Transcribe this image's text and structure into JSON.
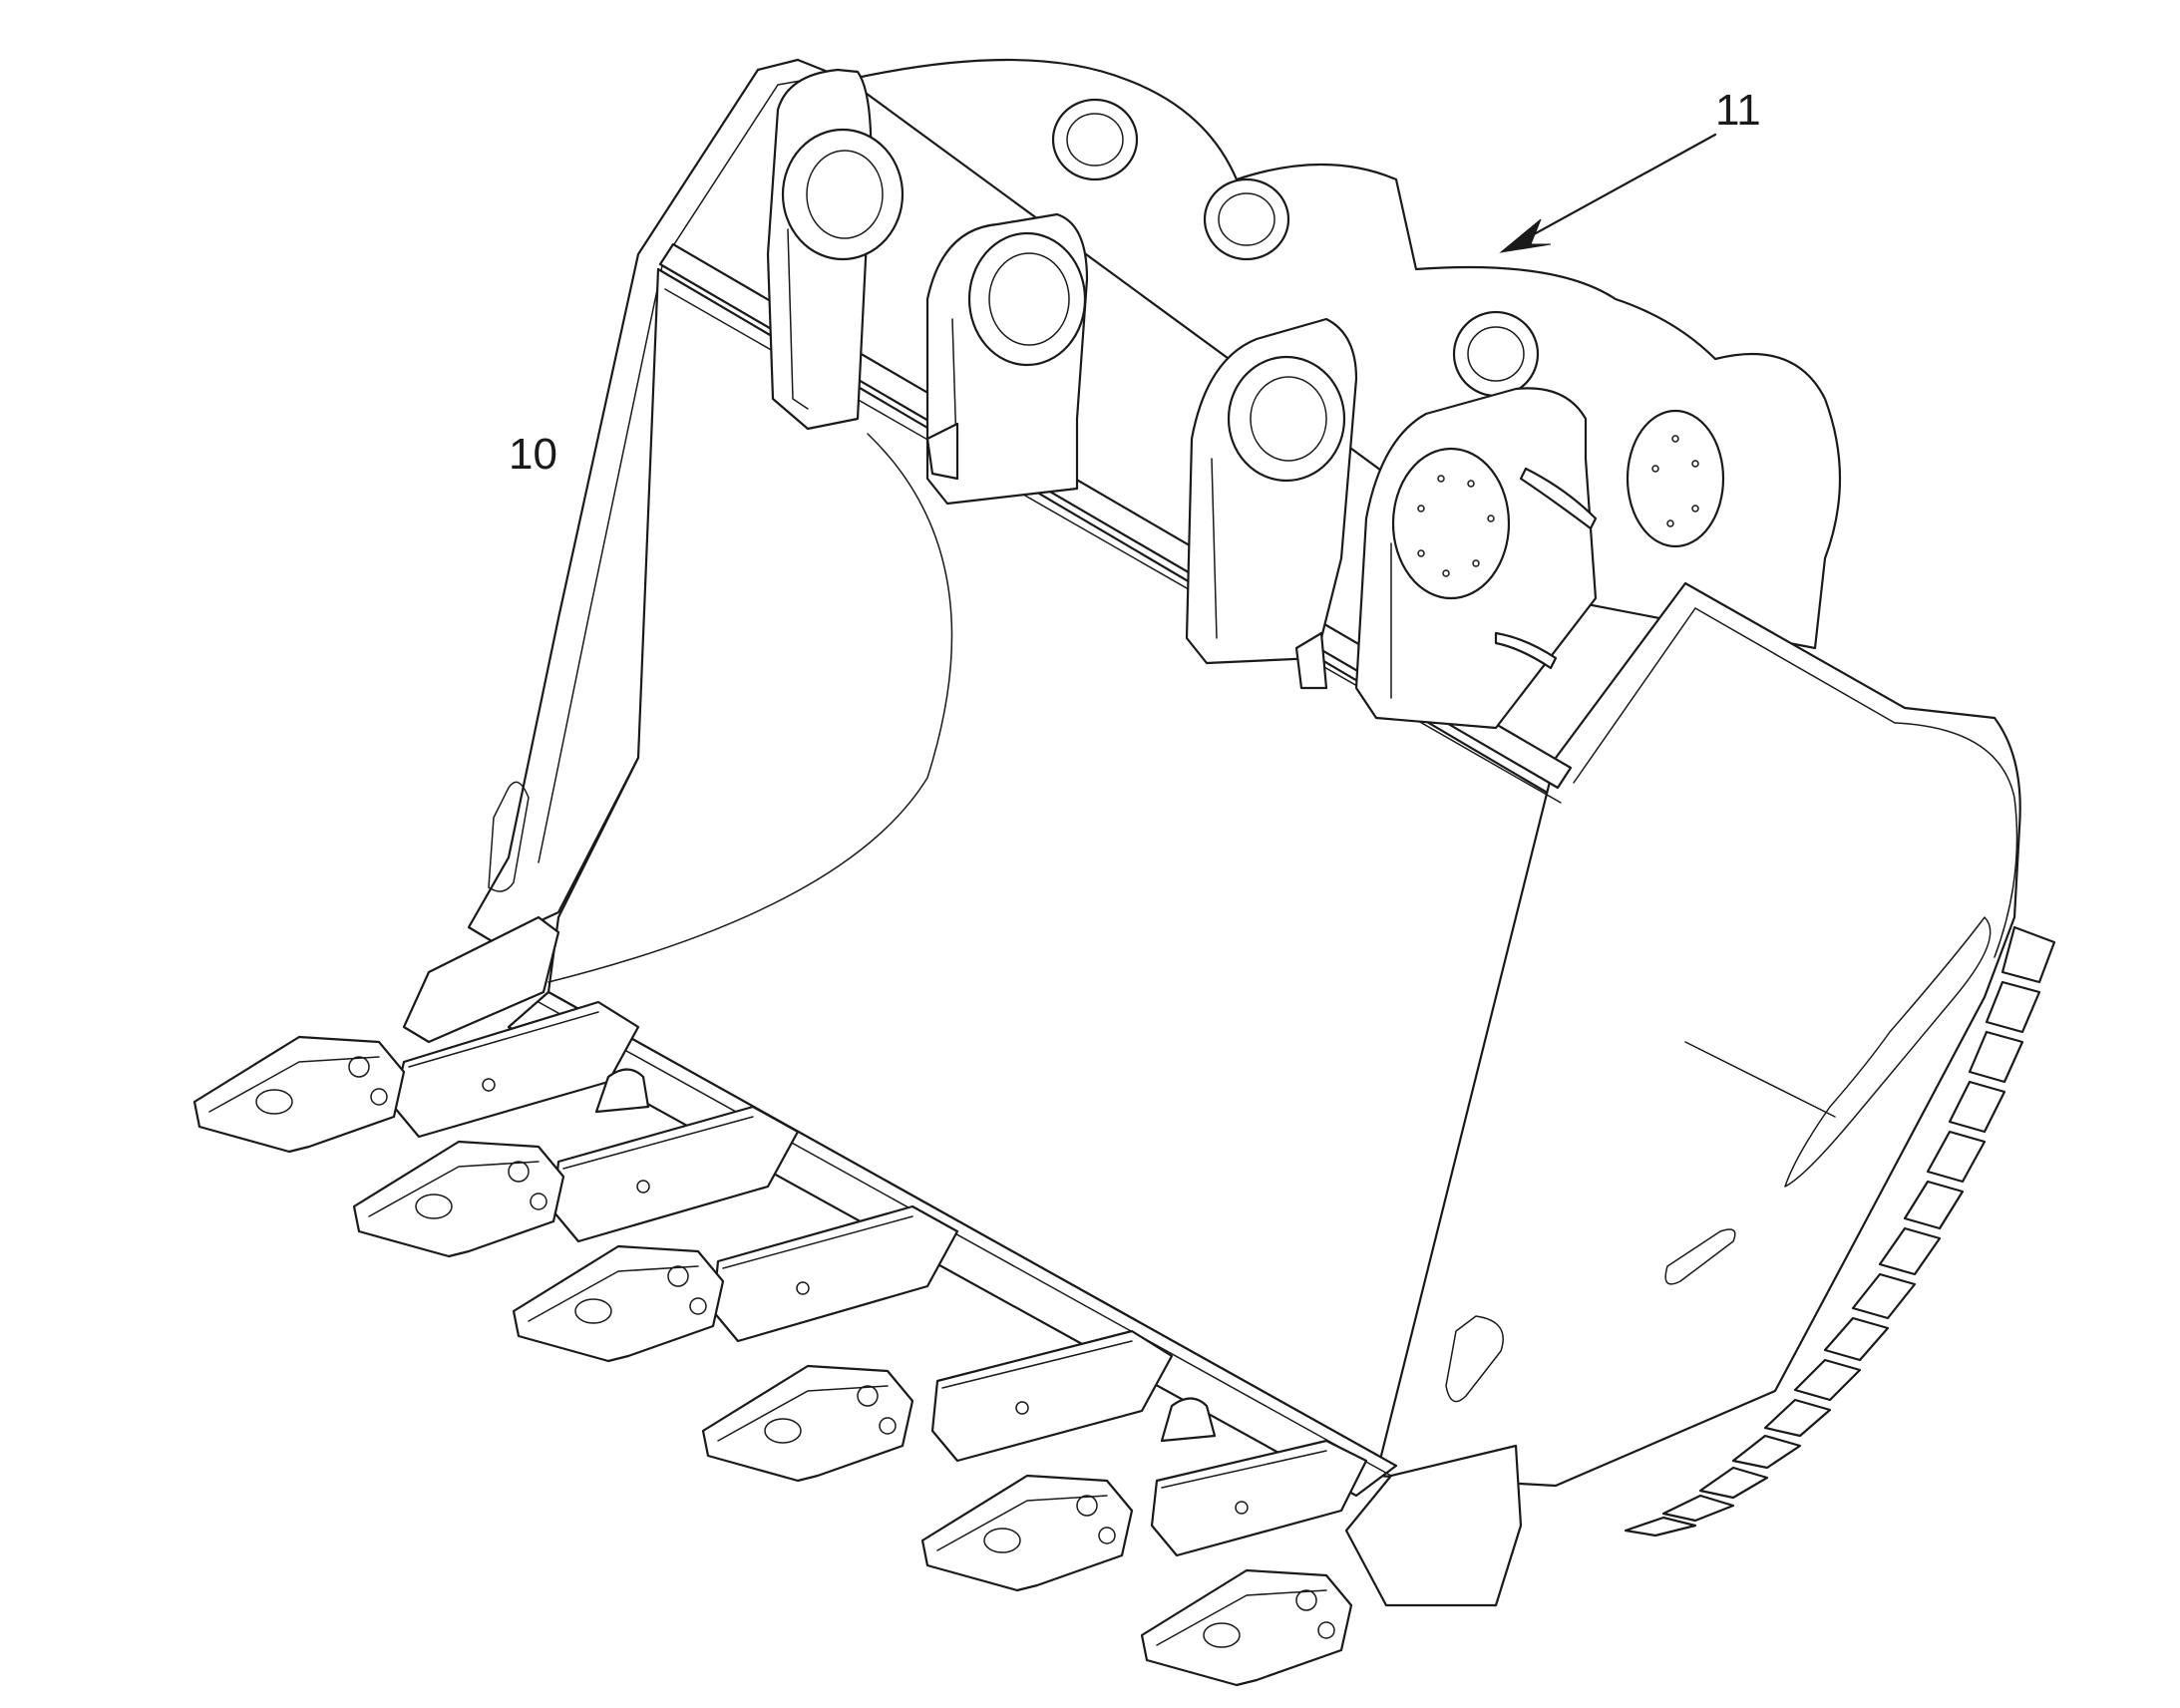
{
  "figure": {
    "labels": {
      "bucket": "10",
      "assembly": "11"
    },
    "teeth_count": 6,
    "adapter_guards": 5,
    "side_wear_pads": 15,
    "ink_color": "#1a1a1a",
    "background_color": "#ffffff"
  }
}
